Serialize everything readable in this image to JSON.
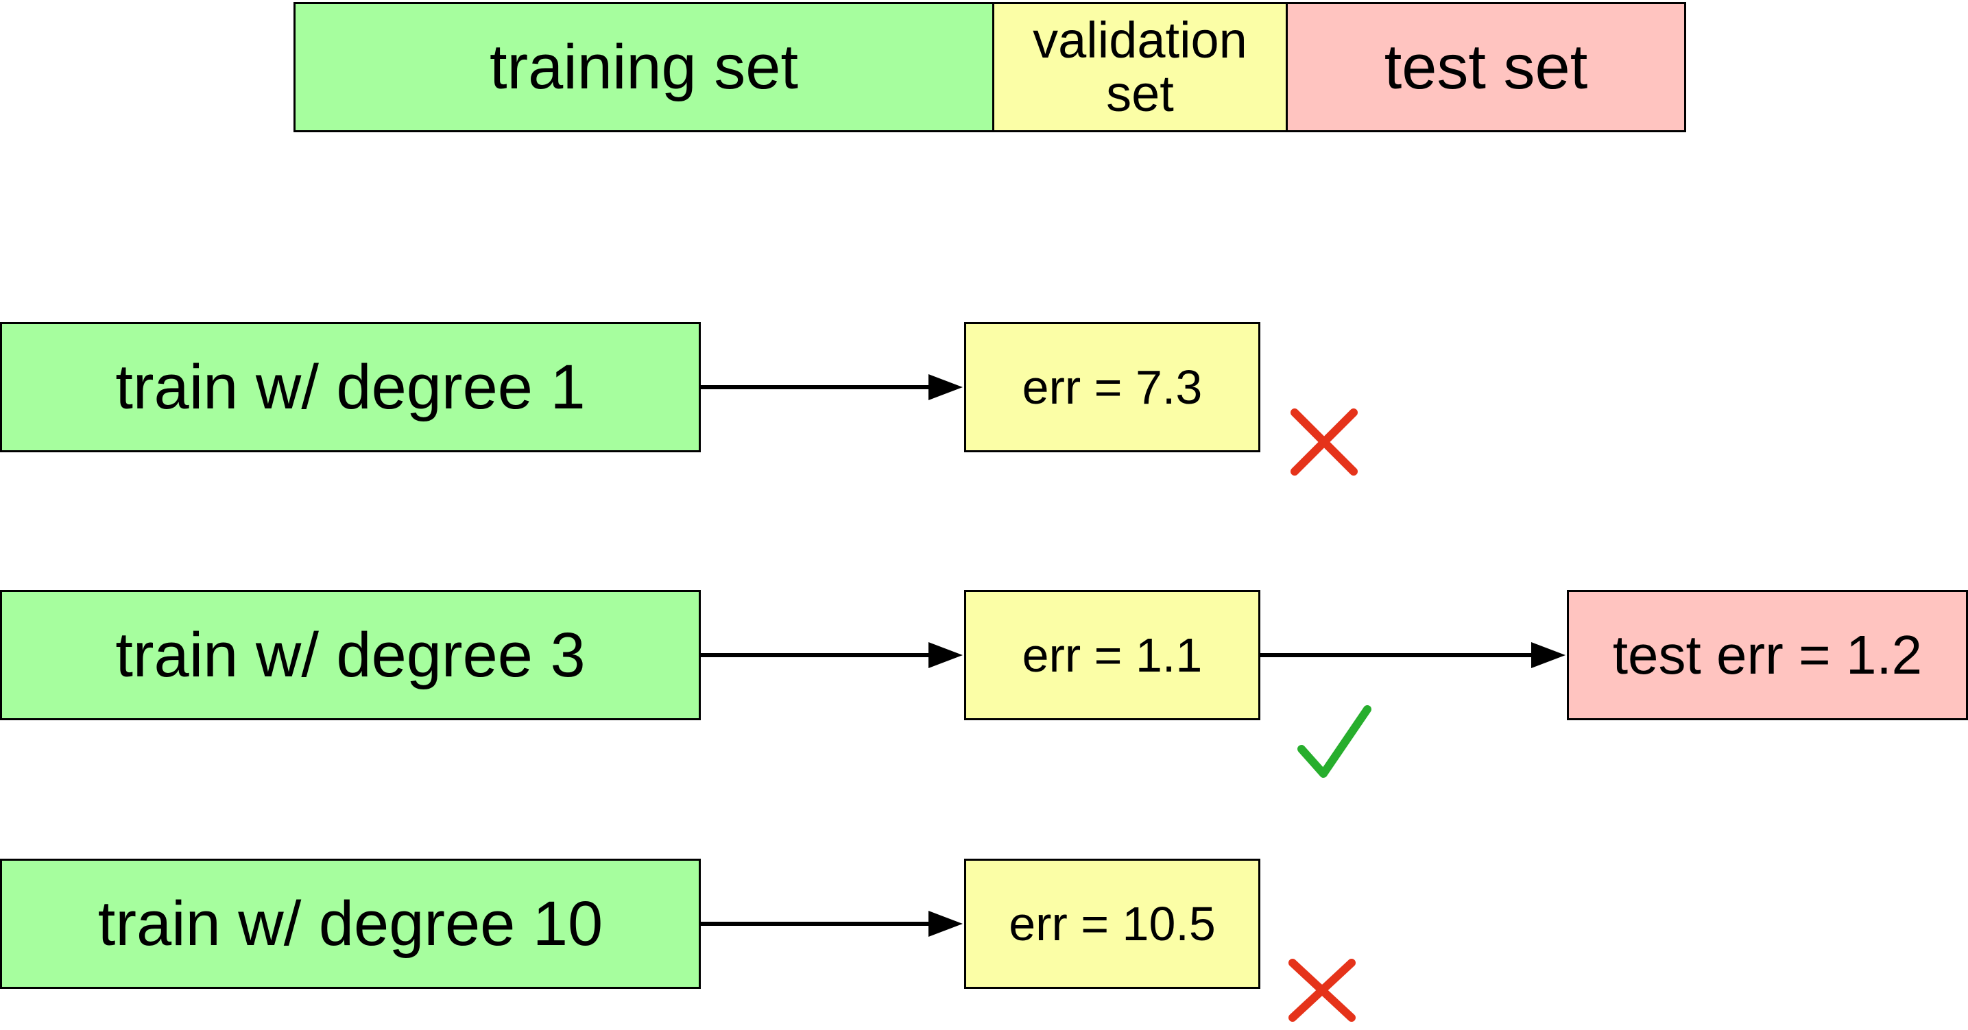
{
  "split": {
    "training": "training set",
    "validation_line1": "validation",
    "validation_line2": "set",
    "test": "test set"
  },
  "rows": [
    {
      "train_label": "train w/ degree 1",
      "err_label": "err = 7.3",
      "result": "cross-icon"
    },
    {
      "train_label": "train w/ degree 3",
      "err_label": "err = 1.1",
      "result": "check-icon",
      "test_label": "test err = 1.2"
    },
    {
      "train_label": "train w/ degree 10",
      "err_label": "err = 10.5",
      "result": "cross-icon"
    }
  ],
  "colors": {
    "training": "#a6fe9e",
    "validation": "#fbfea6",
    "test": "#ffc4c0",
    "cross": "#e5331a",
    "check": "#27ae2d"
  }
}
